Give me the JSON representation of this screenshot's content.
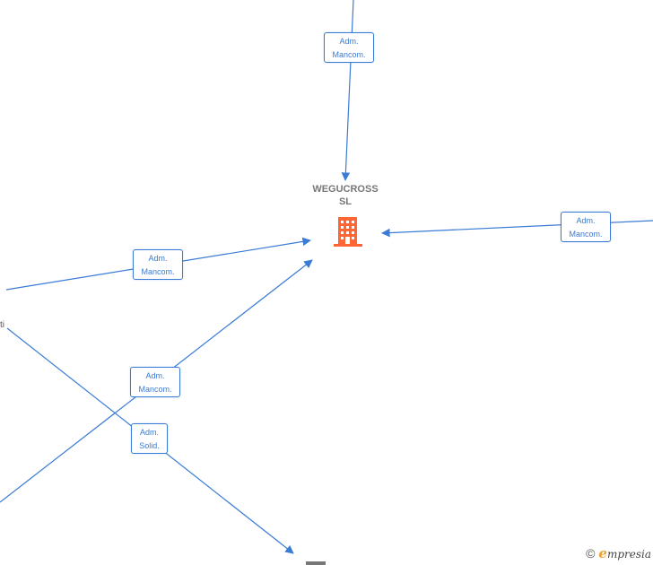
{
  "company": {
    "name_line1": "WEGUCROSS",
    "name_line2": "SL",
    "icon": "building-icon",
    "icon_color": "#ff6633"
  },
  "edge_color": "#3a7bd5",
  "edges": [
    {
      "line1": "Adm.",
      "line2": "Mancom."
    },
    {
      "line1": "Adm.",
      "line2": "Mancom."
    },
    {
      "line1": "Adm.",
      "line2": "Mancom."
    },
    {
      "line1": "Adm.",
      "line2": "Mancom."
    },
    {
      "line1": "Adm.",
      "line2": "Solid."
    }
  ],
  "partial_node_text": "ti",
  "footer": {
    "copyright_symbol": "©",
    "brand_initial": "e",
    "brand_rest": "mpresia"
  }
}
